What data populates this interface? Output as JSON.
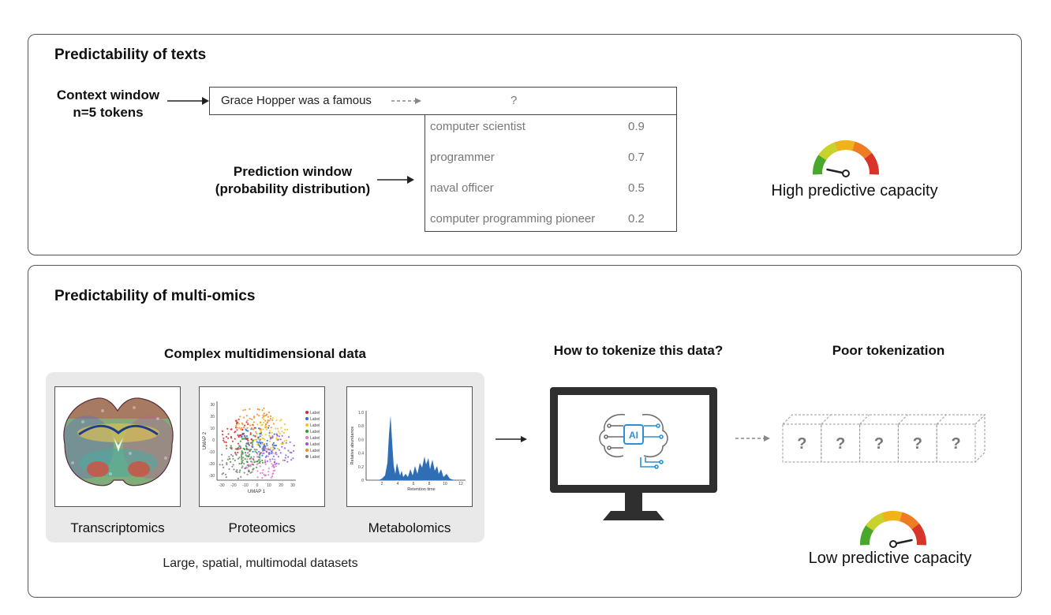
{
  "text_panel": {
    "title": "Predictability of texts",
    "context_label_line1": "Context window",
    "context_label_line2": "n=5 tokens",
    "context_text": "Grace Hopper was a famous",
    "question_mark": "?",
    "prediction_label_line1": "Prediction window",
    "prediction_label_line2": "(probability distribution)",
    "predictions": [
      {
        "word": "computer scientist",
        "prob": "0.9"
      },
      {
        "word": "programmer",
        "prob": "0.7"
      },
      {
        "word": "naval officer",
        "prob": "0.5"
      },
      {
        "word": "computer programming pioneer",
        "prob": "0.2"
      }
    ],
    "gauge_caption": "High predictive capacity"
  },
  "omics_panel": {
    "title": "Predictability of multi-omics",
    "data_heading": "Complex multidimensional data",
    "tiles": [
      {
        "label": "Transcriptomics"
      },
      {
        "label": "Proteomics"
      },
      {
        "label": "Metabolomics"
      }
    ],
    "data_caption": "Large, spatial, multimodal datasets",
    "tokenize_heading": "How to tokenize this data?",
    "ai_badge": "AI",
    "poor_heading": "Poor tokenization",
    "token_marks": [
      "?",
      "?",
      "?",
      "?",
      "?"
    ],
    "gauge_caption": "Low predictive capacity",
    "proteomics_plot": {
      "xlabel": "UMAP 1",
      "ylabel": "UMAP 2",
      "yticks": [
        "30",
        "20",
        "10",
        "0",
        "-10",
        "-20",
        "-30"
      ],
      "xticks": [
        "-30",
        "-20",
        "-10",
        "0",
        "10",
        "20",
        "30"
      ],
      "legend": [
        "Label",
        "Label",
        "Label",
        "Label",
        "Label",
        "Label",
        "Label",
        "Label"
      ]
    },
    "metabolomics_plot": {
      "xlabel": "Retention time",
      "ylabel": "Relative abundance",
      "yticks": [
        "1.0",
        "0.8",
        "0.6",
        "0.4",
        "0.2",
        "0"
      ],
      "xticks": [
        "2",
        "4",
        "6",
        "8",
        "10",
        "12"
      ]
    }
  },
  "colors": {
    "gauge": [
      "#49a82c",
      "#c9d22a",
      "#f0b41a",
      "#ef7b22",
      "#d8342a"
    ],
    "scatter": [
      "#d62a2a",
      "#2a6fd6",
      "#f2c21a",
      "#2ca02c",
      "#e377c2",
      "#8c5ad6",
      "#f08a24",
      "#7f7f7f"
    ],
    "peak_blue": "#2f6db5",
    "ai_blue": "#2d8fd5"
  }
}
